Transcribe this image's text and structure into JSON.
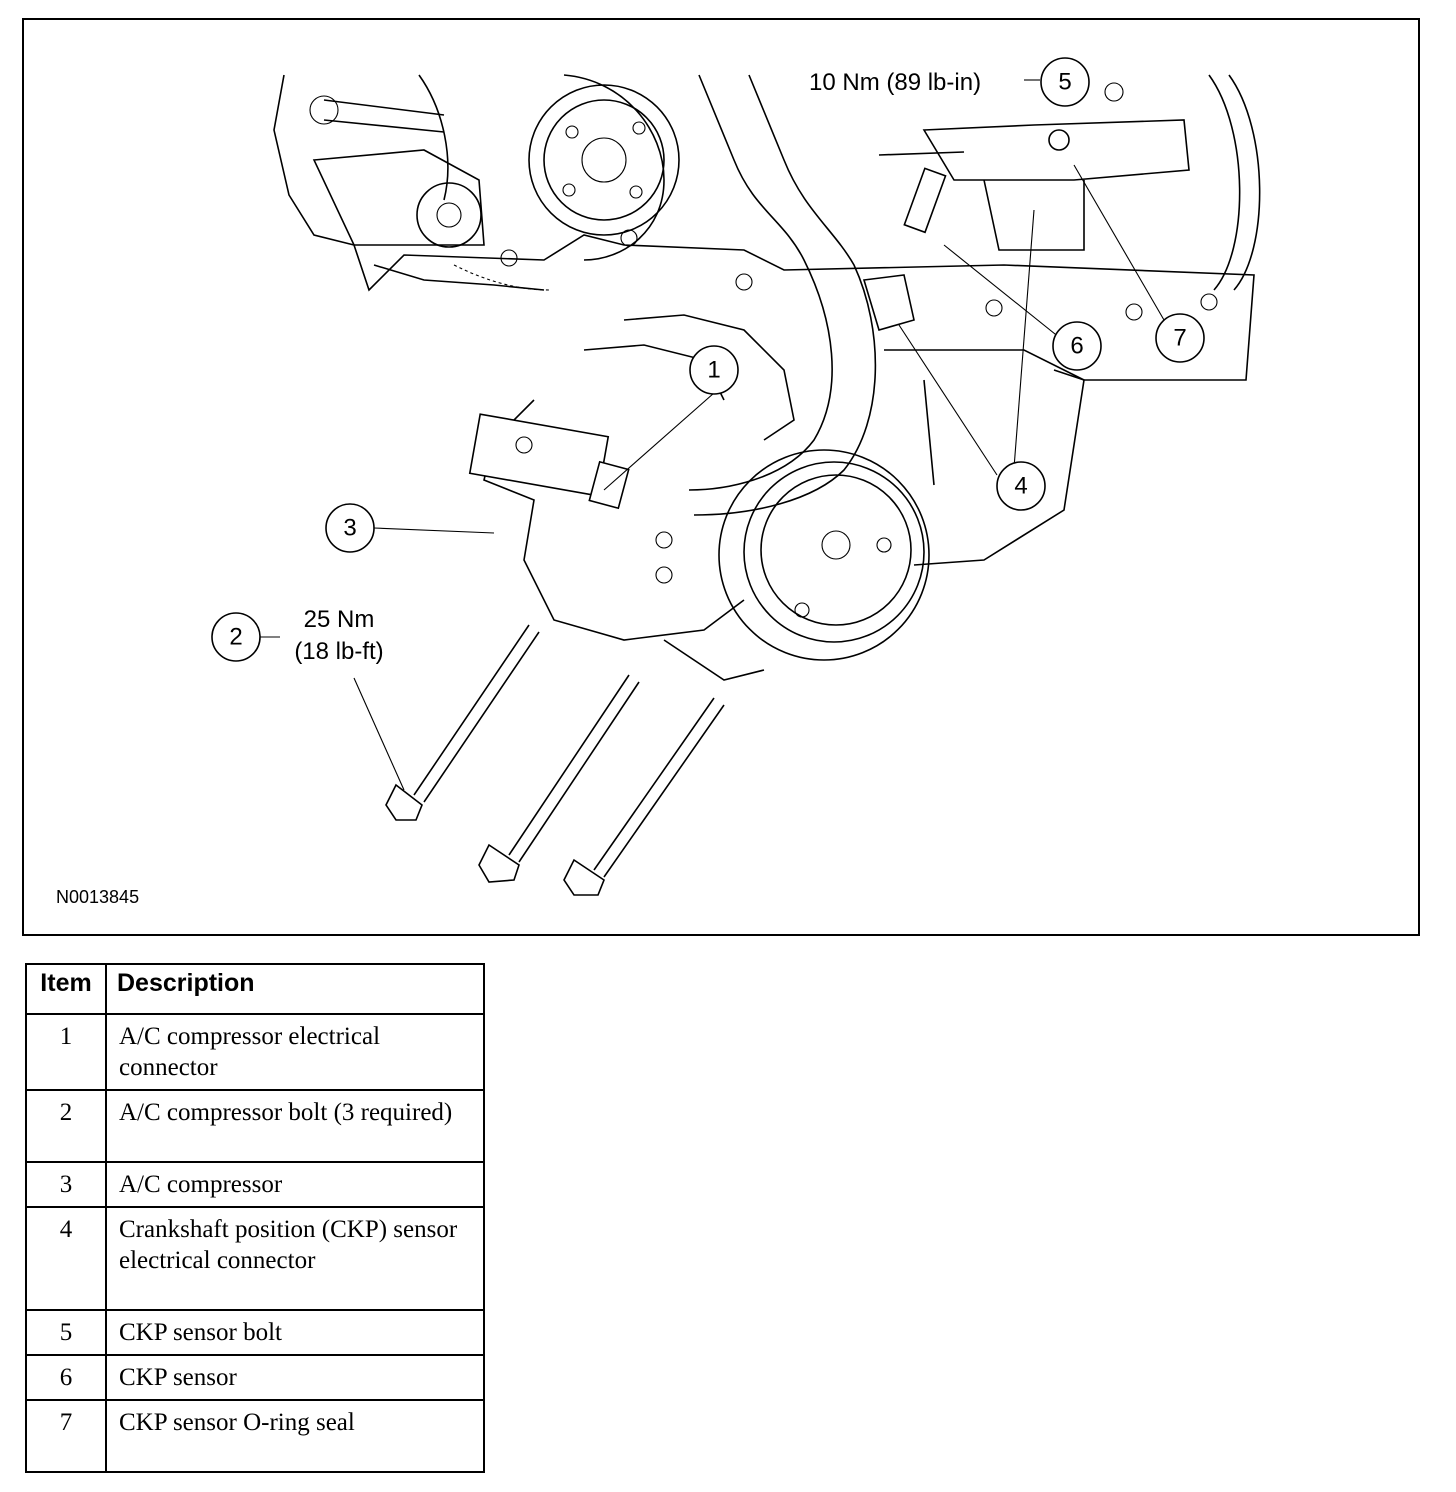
{
  "figure": {
    "figure_id": "N0013845",
    "callouts": [
      {
        "number": "1"
      },
      {
        "number": "2",
        "torque_line1": "25 Nm",
        "torque_line2": "(18 lb-ft)"
      },
      {
        "number": "3"
      },
      {
        "number": "4"
      },
      {
        "number": "5",
        "torque": "10 Nm (89 lb-in)"
      },
      {
        "number": "6"
      },
      {
        "number": "7"
      }
    ]
  },
  "table": {
    "headers": {
      "item": "Item",
      "description": "Description"
    },
    "rows": [
      {
        "item": "1",
        "description": "A/C compressor electrical connector"
      },
      {
        "item": "2",
        "description": "A/C compressor bolt (3 required)"
      },
      {
        "item": "3",
        "description": "A/C compressor"
      },
      {
        "item": "4",
        "description": "Crankshaft position (CKP) sensor electrical connector"
      },
      {
        "item": "5",
        "description": "CKP sensor bolt"
      },
      {
        "item": "6",
        "description": "CKP sensor"
      },
      {
        "item": "7",
        "description": "CKP sensor O-ring seal"
      }
    ]
  }
}
